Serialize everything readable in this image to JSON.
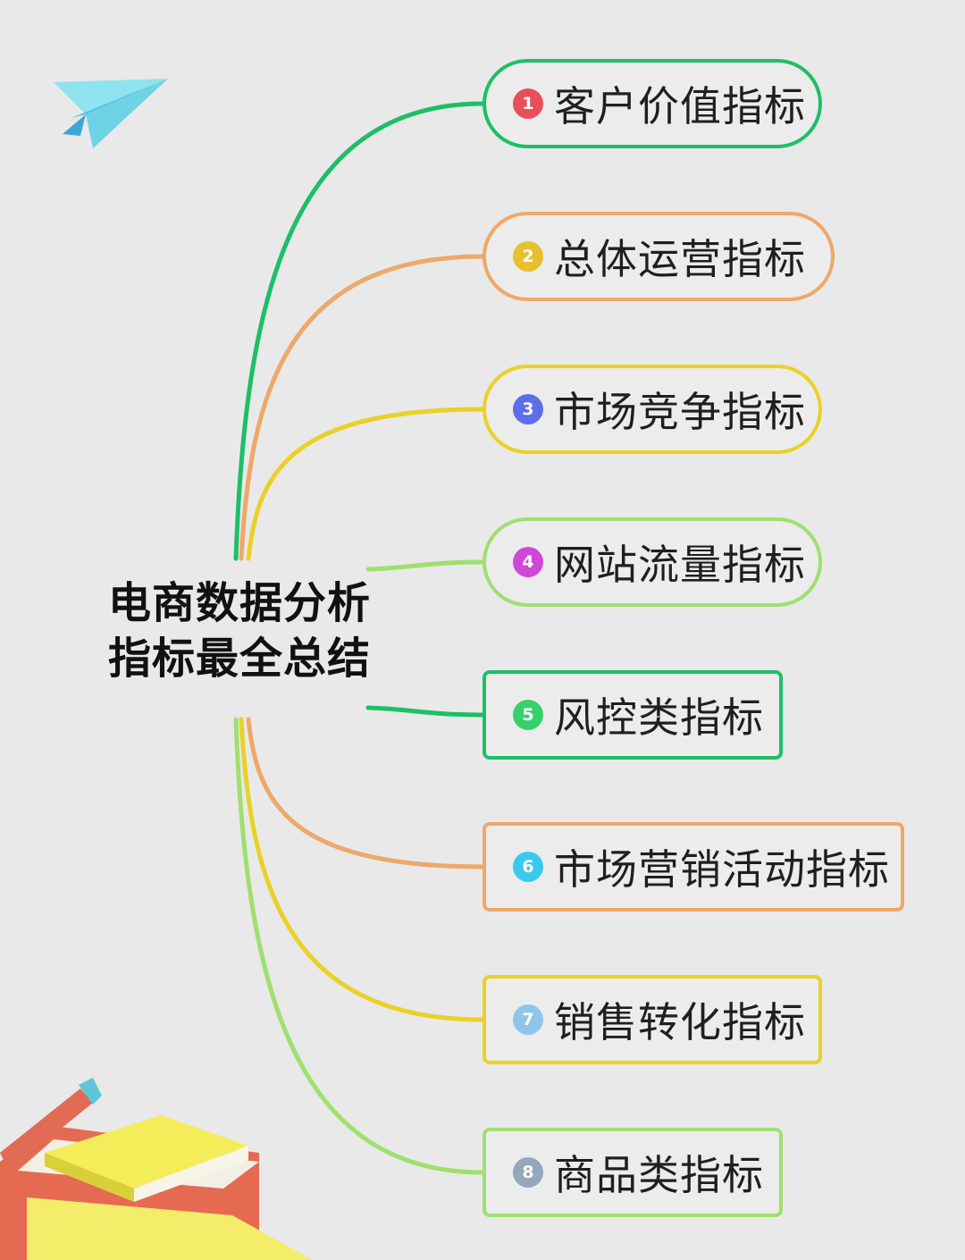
{
  "center": {
    "line1": "电商数据分析",
    "line2": "指标最全总结"
  },
  "nodes": [
    {
      "number": "1",
      "label": "客户价值指标",
      "border": "#1dbf66",
      "badge": "#e94f5a",
      "shape": "pill"
    },
    {
      "number": "2",
      "label": "总体运营指标",
      "border": "#eda86a",
      "badge": "#e8c02f",
      "shape": "pill"
    },
    {
      "number": "3",
      "label": "市场竞争指标",
      "border": "#e9d127",
      "badge": "#5b70e6",
      "shape": "pill"
    },
    {
      "number": "4",
      "label": "网站流量指标",
      "border": "#9fe070",
      "badge": "#cf48d8",
      "shape": "pill"
    },
    {
      "number": "5",
      "label": "风控类指标",
      "border": "#1dbf66",
      "badge": "#36d16d",
      "shape": "rect"
    },
    {
      "number": "6",
      "label": "市场营销活动指标",
      "border": "#eda86a",
      "badge": "#39c9ef",
      "shape": "rect"
    },
    {
      "number": "7",
      "label": "销售转化指标",
      "border": "#e9d127",
      "badge": "#8fc5ea",
      "shape": "rect"
    },
    {
      "number": "8",
      "label": "商品类指标",
      "border": "#9fe070",
      "badge": "#95a7bb",
      "shape": "rect"
    }
  ],
  "icons": {
    "top_left": "paper-plane-icon",
    "bottom_left": "books-and-pencil-icon"
  }
}
